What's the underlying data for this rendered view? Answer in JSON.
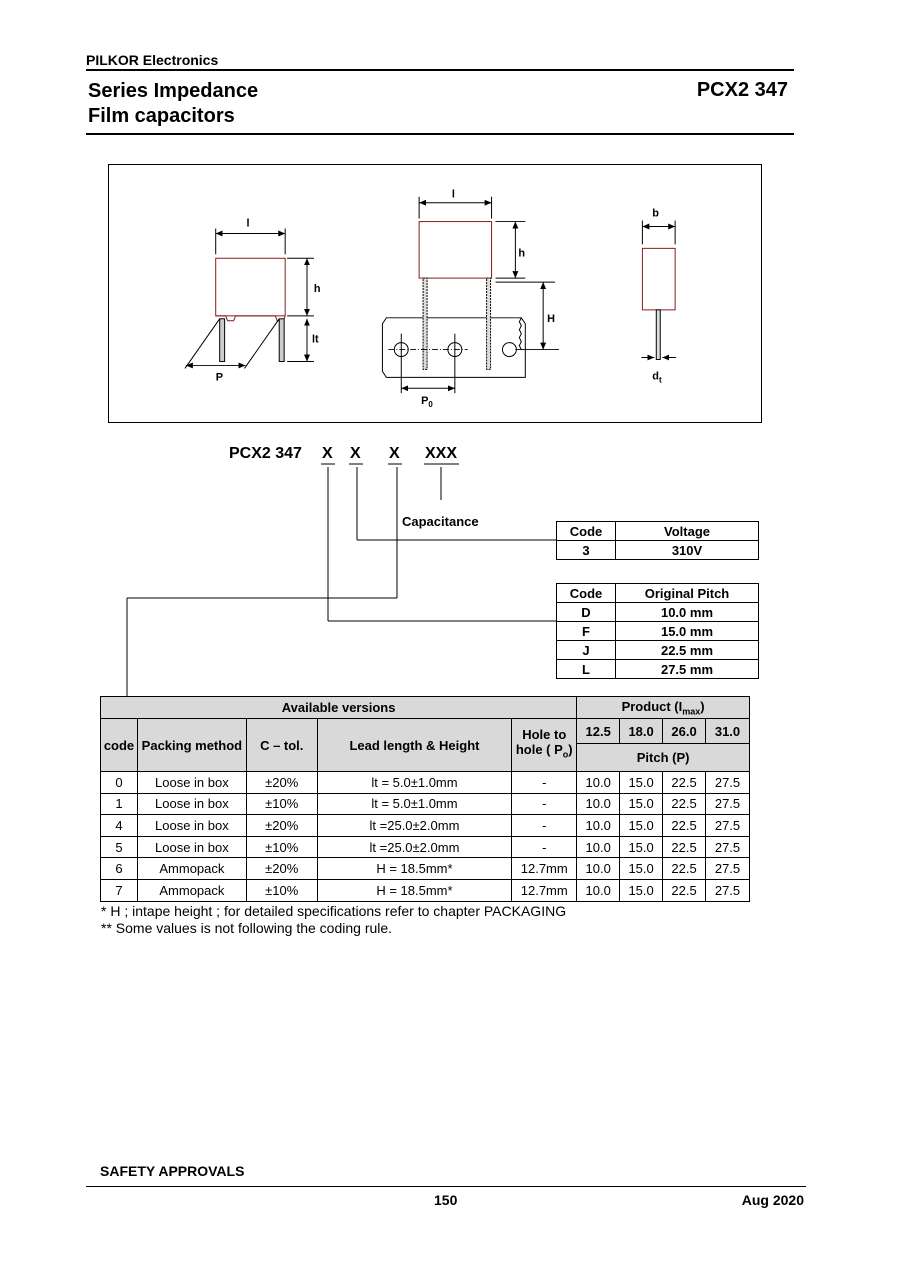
{
  "header": {
    "company": "PILKOR Electronics",
    "title_line1": "Series Impedance",
    "title_line2": "Film capacitors",
    "part_number": "PCX2 347"
  },
  "figure": {
    "labels": {
      "l": "l",
      "h": "h",
      "lt": "lt",
      "P": "P",
      "H": "H",
      "P0": "P",
      "P0_sub": "0",
      "b": "b",
      "dt": "d",
      "dt_sub": "t"
    }
  },
  "code_line": {
    "prefix": "PCX2 347",
    "x1": "X",
    "x2": "X",
    "x3": "X",
    "xxx": "XXX",
    "capacitance_label": "Capacitance"
  },
  "voltage_table": {
    "headers": [
      "Code",
      "Voltage"
    ],
    "rows": [
      [
        "3",
        "310V"
      ]
    ]
  },
  "pitch_table": {
    "headers": [
      "Code",
      "Original Pitch"
    ],
    "rows": [
      [
        "D",
        "10.0 mm"
      ],
      [
        "F",
        "15.0 mm"
      ],
      [
        "J",
        "22.5 mm"
      ],
      [
        "L",
        "27.5 mm"
      ]
    ]
  },
  "versions_table": {
    "available_versions": "Available versions",
    "product": "Product (I",
    "product_sub": "max",
    "product_end": ")",
    "col_code": "code",
    "col_packing": "Packing method",
    "col_ctol": "C – tol.",
    "col_lead": "Lead length & Height",
    "col_hole": "Hole to hole ( P",
    "col_hole_sub": "o",
    "col_hole_end": ")",
    "product_sizes": [
      "12.5",
      "18.0",
      "26.0",
      "31.0"
    ],
    "pitch_label": "Pitch (P)",
    "rows": [
      [
        "0",
        "Loose in box",
        "±20%",
        "lt = 5.0±1.0mm",
        "-",
        "10.0",
        "15.0",
        "22.5",
        "27.5"
      ],
      [
        "1",
        "Loose in box",
        "±10%",
        "lt = 5.0±1.0mm",
        "-",
        "10.0",
        "15.0",
        "22.5",
        "27.5"
      ],
      [
        "4",
        "Loose in box",
        "±20%",
        "lt =25.0±2.0mm",
        "-",
        "10.0",
        "15.0",
        "22.5",
        "27.5"
      ],
      [
        "5",
        "Loose in box",
        "±10%",
        "lt =25.0±2.0mm",
        "-",
        "10.0",
        "15.0",
        "22.5",
        "27.5"
      ],
      [
        "6",
        "Ammopack",
        "±20%",
        "H = 18.5mm*",
        "12.7mm",
        "10.0",
        "15.0",
        "22.5",
        "27.5"
      ],
      [
        "7",
        "Ammopack",
        "±10%",
        "H = 18.5mm*",
        "12.7mm",
        "10.0",
        "15.0",
        "22.5",
        "27.5"
      ]
    ]
  },
  "notes": {
    "note1": "* H ; intape height ; for detailed specifications refer to chapter PACKAGING",
    "note2": "** Some values is not following the coding rule."
  },
  "footer": {
    "safety": "SAFETY APPROVALS",
    "page": "150",
    "date": "Aug 2020"
  }
}
